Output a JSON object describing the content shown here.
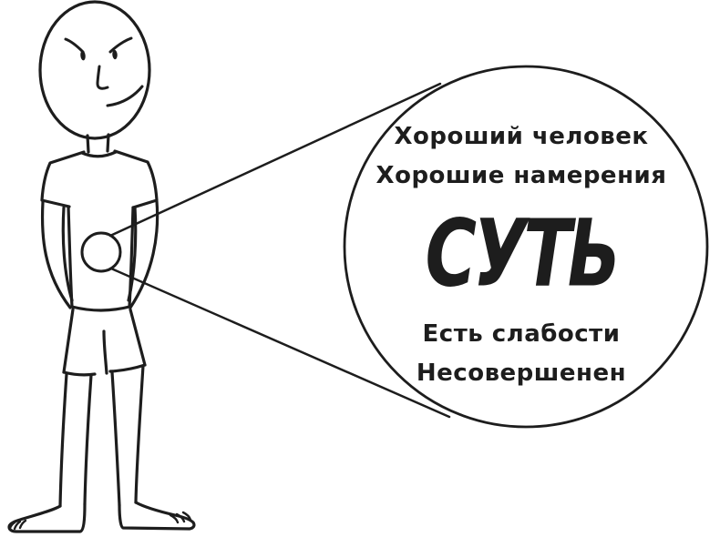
{
  "colors": {
    "ink": "#1d1d1d",
    "paper": "#ffffff"
  },
  "callout_circle": {
    "line1": "Хороший человек",
    "line2": "Хорошие намерения",
    "emphasis": "СУТЬ",
    "line3": "Есть слабости",
    "line4": "Несовершенен"
  },
  "icons": {
    "person-figure": "hand-drawn-person-hands-behind-back",
    "chest-circle": "essence-spot-on-chest",
    "zoom-circle": "magnification-callout-circle",
    "callout-lines": "tangent-lines-from-chest-to-circle"
  }
}
